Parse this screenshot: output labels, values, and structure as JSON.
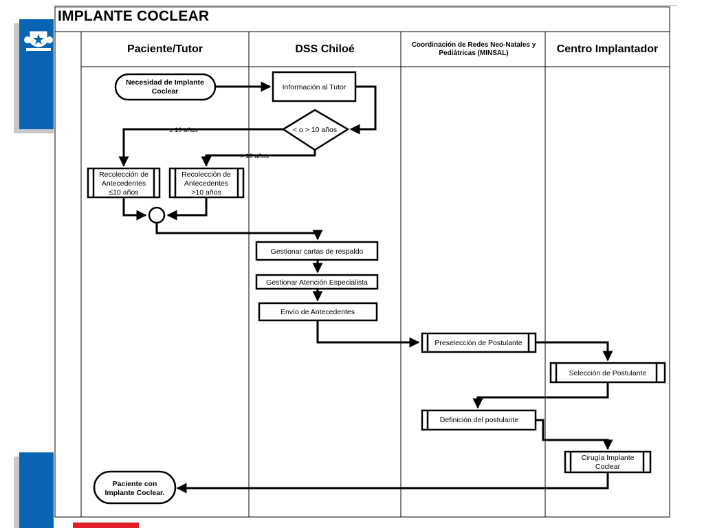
{
  "title": "IMPLANTE COCLEAR",
  "lanes": [
    {
      "label": "Paciente/Tutor"
    },
    {
      "label": "DSS Chiloé"
    },
    {
      "label": "Coordinación de Redes Neo-Natales y Pediátricas (MINSAL)"
    },
    {
      "label": "Centro Implantador"
    }
  ],
  "nodes": {
    "start": [
      "Necesidad de Implante",
      "Coclear"
    ],
    "info": [
      "Información al Tutor"
    ],
    "decision": [
      "< o > 10 años"
    ],
    "rec_low": [
      "Recolección de",
      "Antecedentes",
      "≤10 años"
    ],
    "rec_high": [
      "Recolección de",
      "Antecedentes",
      ">10 años"
    ],
    "cartas": [
      "Gestionar cartas de respaldo"
    ],
    "especialista": [
      "Gestionar Atención Especialista"
    ],
    "envio": [
      "Envío de Antecedentes"
    ],
    "preseleccion": [
      "Preselección de Postulante"
    ],
    "seleccion": [
      "Selección de Postulante"
    ],
    "definicion": [
      "Definición del postulante"
    ],
    "cirugia": [
      "Cirugía Implante",
      "Coclear"
    ],
    "end": [
      "Paciente con",
      "Implante Coclear."
    ]
  },
  "edge_labels": {
    "low": "≤ 10 años",
    "high": "> 10 años"
  }
}
